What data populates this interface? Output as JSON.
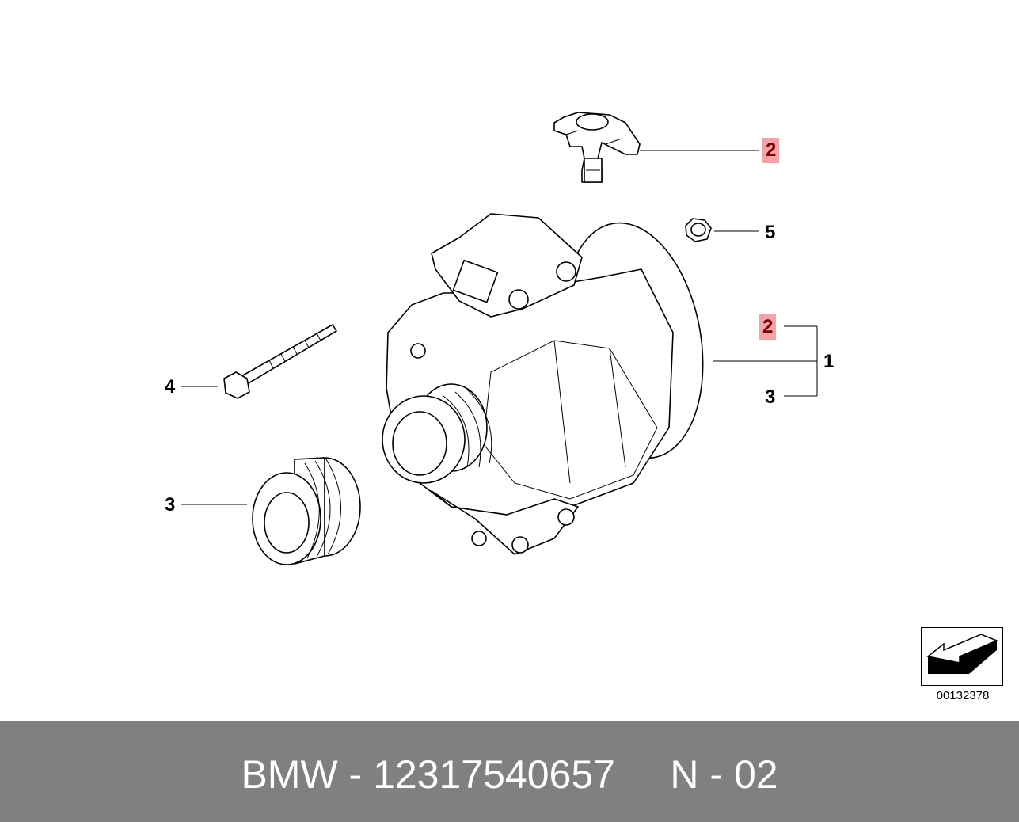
{
  "callouts": {
    "regulator": "2",
    "nut": "5",
    "alt_regulator": "2",
    "alternator": "1",
    "alt_pulley": "3",
    "bolt": "4",
    "pulley": "3"
  },
  "reference_code": "00132378",
  "footer_text": "BMW - 12317540657     N - 02",
  "colors": {
    "highlight_bg": "#f4a3a8",
    "highlight_text": "#7a0000",
    "footer_bg": "#808080",
    "footer_text": "#ffffff"
  }
}
